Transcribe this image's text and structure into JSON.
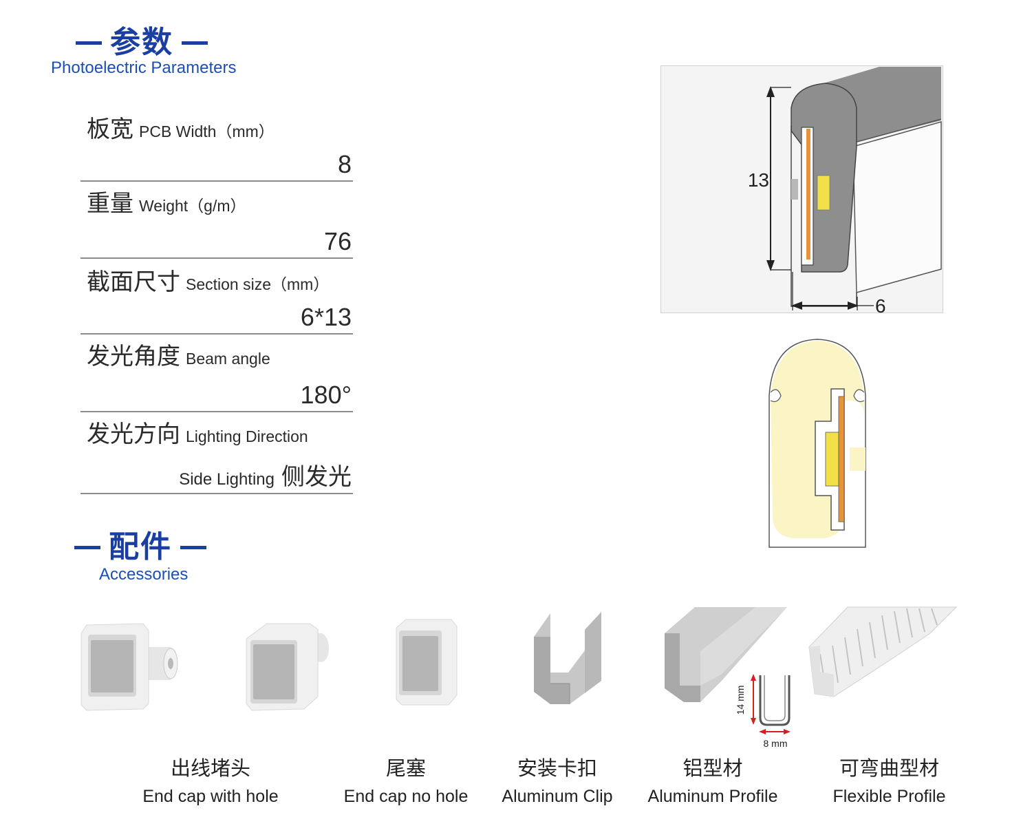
{
  "params_section": {
    "title_zh": "参数",
    "title_en": "Photoelectric Parameters"
  },
  "params": [
    {
      "zh": "板宽",
      "en": "PCB Width（mm）",
      "value": "8"
    },
    {
      "zh": "重量",
      "en": "Weight（g/m）",
      "value": "76"
    },
    {
      "zh": "截面尺寸",
      "en": "Section size（mm）",
      "value": "6*13"
    },
    {
      "zh": "发光角度",
      "en": "Beam angle",
      "value": "180°"
    },
    {
      "zh": "发光方向",
      "en": "Lighting Direction",
      "value_en": "Side Lighting",
      "value_zh": "侧发光"
    }
  ],
  "diagram": {
    "height_label": "13",
    "width_label": "6"
  },
  "accessories_section": {
    "title_zh": "配件",
    "title_en": "Accessories"
  },
  "profile_dims": {
    "height": "14 mm",
    "width": "8 mm"
  },
  "accessories": [
    {
      "zh": "出线堵头",
      "en": "End cap with hole"
    },
    {
      "zh": "尾塞",
      "en": "End cap no hole"
    },
    {
      "zh": "安装卡扣",
      "en": "Aluminum Clip"
    },
    {
      "zh": "铝型材",
      "en": "Aluminum Profile"
    },
    {
      "zh": "可弯曲型材",
      "en": "Flexible Profile"
    }
  ],
  "colors": {
    "brand_blue": "#1a3fa0",
    "glow": "#fbf4c4",
    "led_yellow": "#f1e04a",
    "pcb_orange": "#e6943a"
  }
}
